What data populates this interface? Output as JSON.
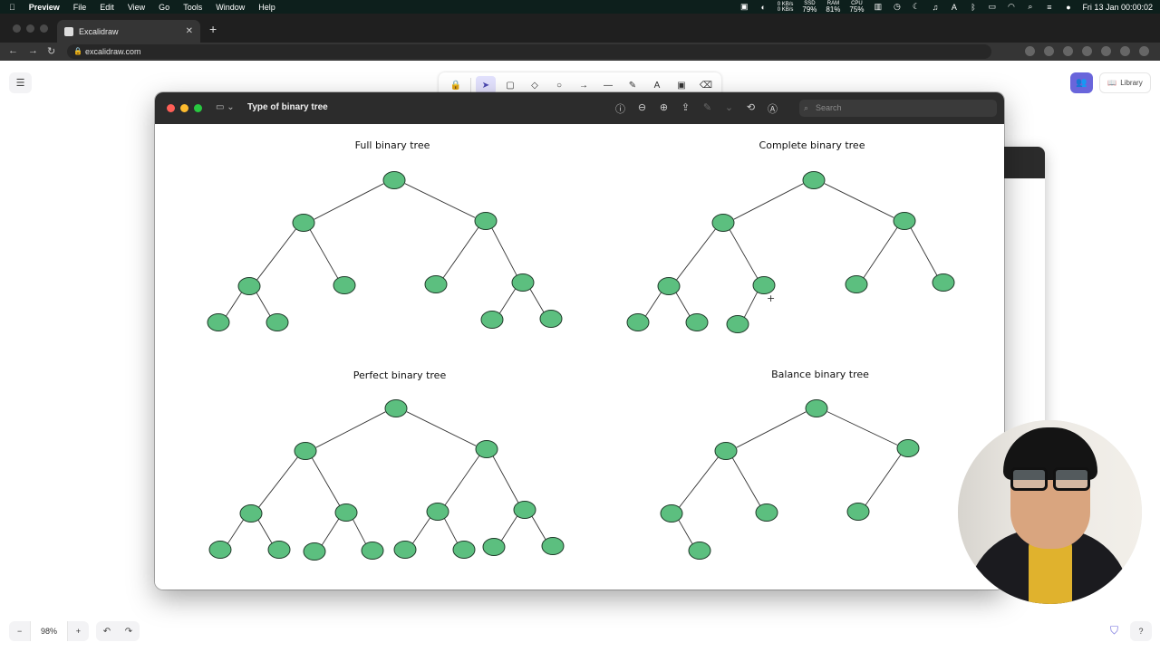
{
  "menubar": {
    "app_name": "Preview",
    "menus": [
      "File",
      "Edit",
      "View",
      "Go",
      "Tools",
      "Window",
      "Help"
    ],
    "net_up": "0 KB/s",
    "net_down": "0 KB/s",
    "ssd_label": "SSD",
    "ssd_value": "79%",
    "ram_label": "RAM",
    "ram_value": "81%",
    "cpu_label": "CPU",
    "cpu_value": "75%",
    "datetime": "Fri 13 Jan  00:00:02"
  },
  "browser": {
    "tab_title": "Excalidraw",
    "url": "excalidraw.com"
  },
  "excalidraw": {
    "library_label": "Library",
    "zoom_level": "98%",
    "zoom_out": "−",
    "zoom_in": "+",
    "tools": [
      {
        "icon": "lock-icon",
        "glyph": "🔒"
      },
      {
        "icon": "selection-icon",
        "glyph": "➤",
        "active": true
      },
      {
        "icon": "rectangle-icon",
        "glyph": "▢"
      },
      {
        "icon": "diamond-icon",
        "glyph": "◇"
      },
      {
        "icon": "ellipse-icon",
        "glyph": "○"
      },
      {
        "icon": "arrow-icon",
        "glyph": "→"
      },
      {
        "icon": "line-icon",
        "glyph": "—"
      },
      {
        "icon": "pencil-icon",
        "glyph": "✎"
      },
      {
        "icon": "text-icon",
        "glyph": "A"
      },
      {
        "icon": "image-icon",
        "glyph": "▣"
      },
      {
        "icon": "eraser-icon",
        "glyph": "⌫"
      }
    ]
  },
  "preview": {
    "document_title": "Type of binary tree",
    "search_placeholder": "Search",
    "trees": [
      {
        "title": "Full binary tree"
      },
      {
        "title": "Complete binary tree"
      },
      {
        "title": "Perfect binary tree"
      },
      {
        "title": "Balance binary tree"
      }
    ]
  },
  "colors": {
    "node_fill": "#5cbf7f",
    "node_stroke": "#1f3a29",
    "excalidraw_accent": "#6965db"
  }
}
